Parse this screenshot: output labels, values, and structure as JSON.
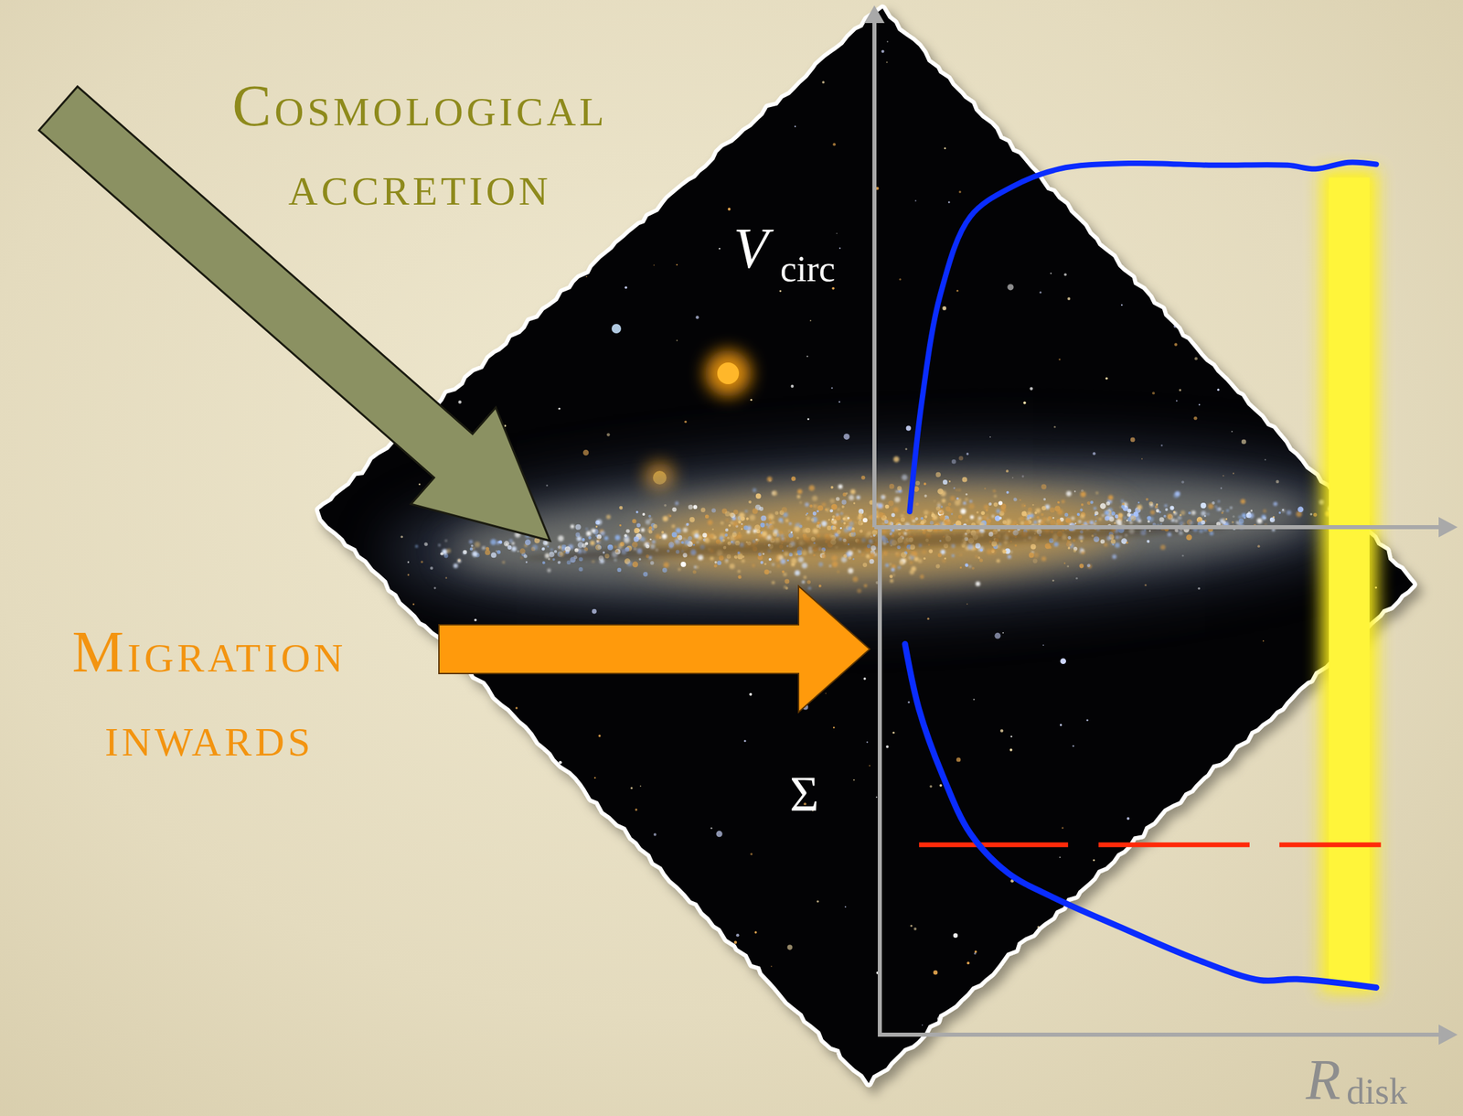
{
  "diagram": {
    "labels": [
      "Cosmological accretion",
      "Migration inwards",
      "V",
      "circ",
      "Σ",
      "R",
      "disk"
    ]
  }
}
